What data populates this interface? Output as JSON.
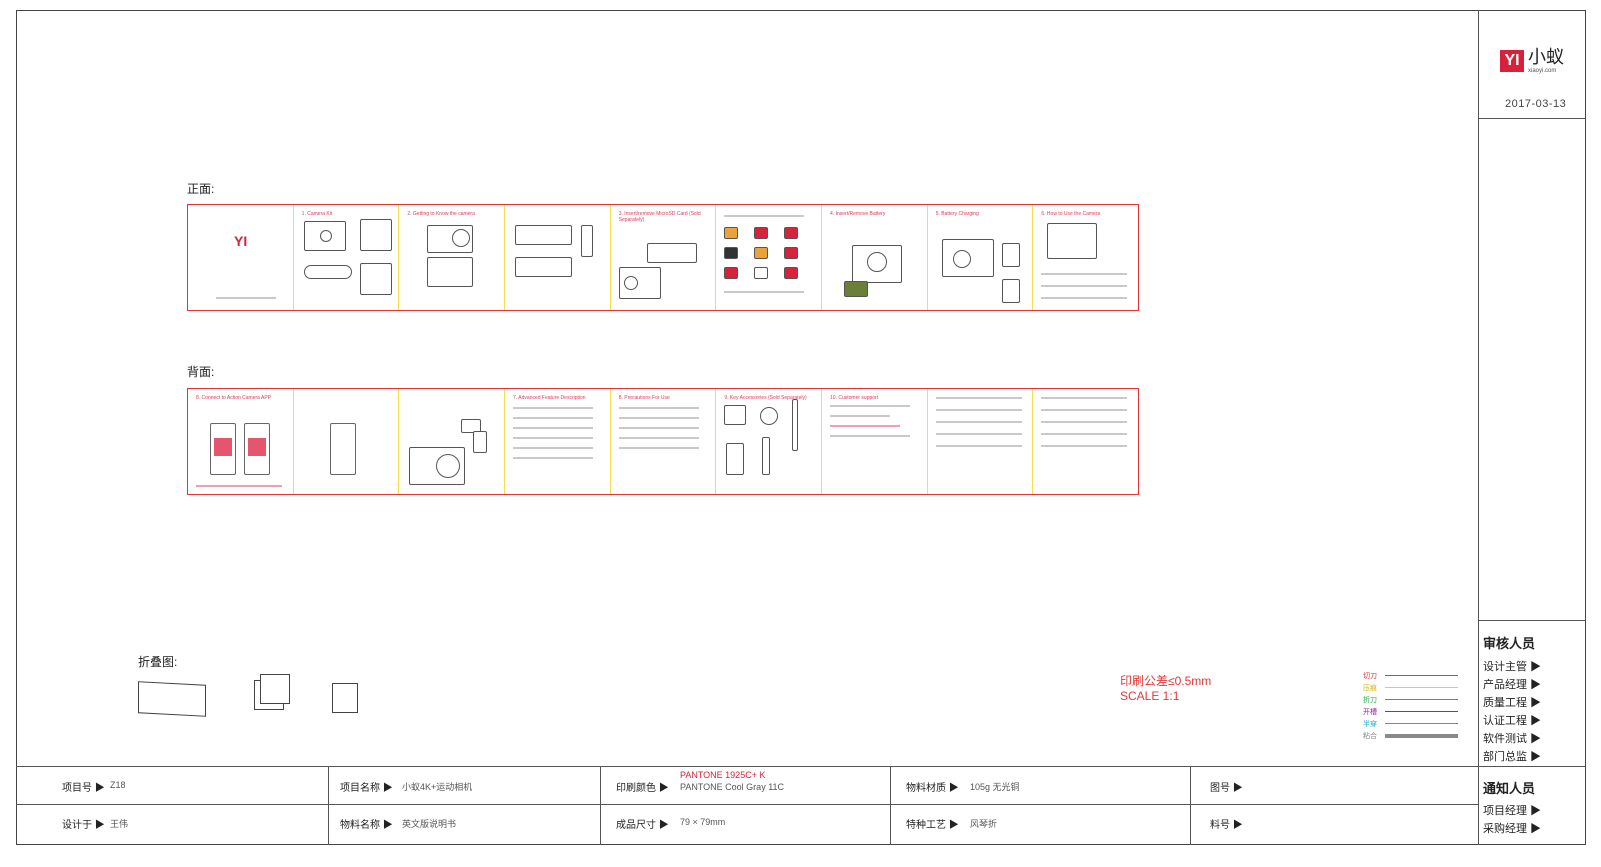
{
  "logo": {
    "mark": "YI",
    "brand": "小蚁",
    "url": "xiaoyi.com"
  },
  "date": "2017-03-13",
  "front_label": "正面:",
  "back_label": "背面:",
  "fold_label": "折叠图:",
  "front_panels": [
    {
      "title": ""
    },
    {
      "title": "1. Camera Kit"
    },
    {
      "title": "2. Getting to Know the camera"
    },
    {
      "title": ""
    },
    {
      "title": "3. Insert/remove MicroSD Card (Sold Separately)"
    },
    {
      "title": ""
    },
    {
      "title": "4. Insert/Remove Battery"
    },
    {
      "title": "5. Battery Charging"
    },
    {
      "title": "6. How to Use the Camera"
    }
  ],
  "back_panels": [
    {
      "title": "8. Connect to Action Camera APP"
    },
    {
      "title": ""
    },
    {
      "title": ""
    },
    {
      "title": "7. Advanced Feature Description"
    },
    {
      "title": "8. Precautions For Use"
    },
    {
      "title": "9. Key Accessories (Sold Separately)"
    },
    {
      "title": "10. Customer support"
    },
    {
      "title": ""
    },
    {
      "title": ""
    }
  ],
  "front_yi": "YI",
  "tolerance": {
    "line1": "印刷公差≤0.5mm",
    "line2": "SCALE 1:1"
  },
  "legend": [
    {
      "label": "切刀",
      "color": "#e23a3a"
    },
    {
      "label": "压痕",
      "color": "#f2d20a"
    },
    {
      "label": "折刀",
      "color": "#2bb24c"
    },
    {
      "label": "开槽",
      "color": "#a020a0"
    },
    {
      "label": "半穿",
      "color": "#1ab0c8"
    },
    {
      "label": "粘合",
      "color": "#888888"
    }
  ],
  "review": {
    "title": "审核人员",
    "items": [
      "设计主管 ▶",
      "产品经理 ▶",
      "质量工程 ▶",
      "认证工程 ▶",
      "软件测试 ▶",
      "部门总监 ▶"
    ],
    "notify_title": "通知人员",
    "notify_items": [
      "项目经理 ▶",
      "采购经理 ▶"
    ]
  },
  "table": {
    "row1": [
      {
        "label": "项目号 ▶",
        "value": "Z18"
      },
      {
        "label": "项目名称 ▶",
        "value": "小蚁4K+运动相机"
      },
      {
        "label": "印刷颜色 ▶",
        "value": "PANTONE 1925C+ K",
        "value2": "PANTONE Cool Gray 11C"
      },
      {
        "label": "物料材质 ▶",
        "value": "105g 无光铜"
      },
      {
        "label": "图号 ▶",
        "value": ""
      }
    ],
    "row2": [
      {
        "label": "设计于 ▶",
        "value": "王伟"
      },
      {
        "label": "物料名称 ▶",
        "value": "英文版说明书"
      },
      {
        "label": "成品尺寸 ▶",
        "value": "79 × 79mm"
      },
      {
        "label": "特种工艺 ▶",
        "value": "风琴折"
      },
      {
        "label": "料号 ▶",
        "value": ""
      }
    ]
  },
  "colors": {
    "accent": "#d6233b",
    "cut_line": "#e53434",
    "fold_line": "#f2e14a"
  }
}
